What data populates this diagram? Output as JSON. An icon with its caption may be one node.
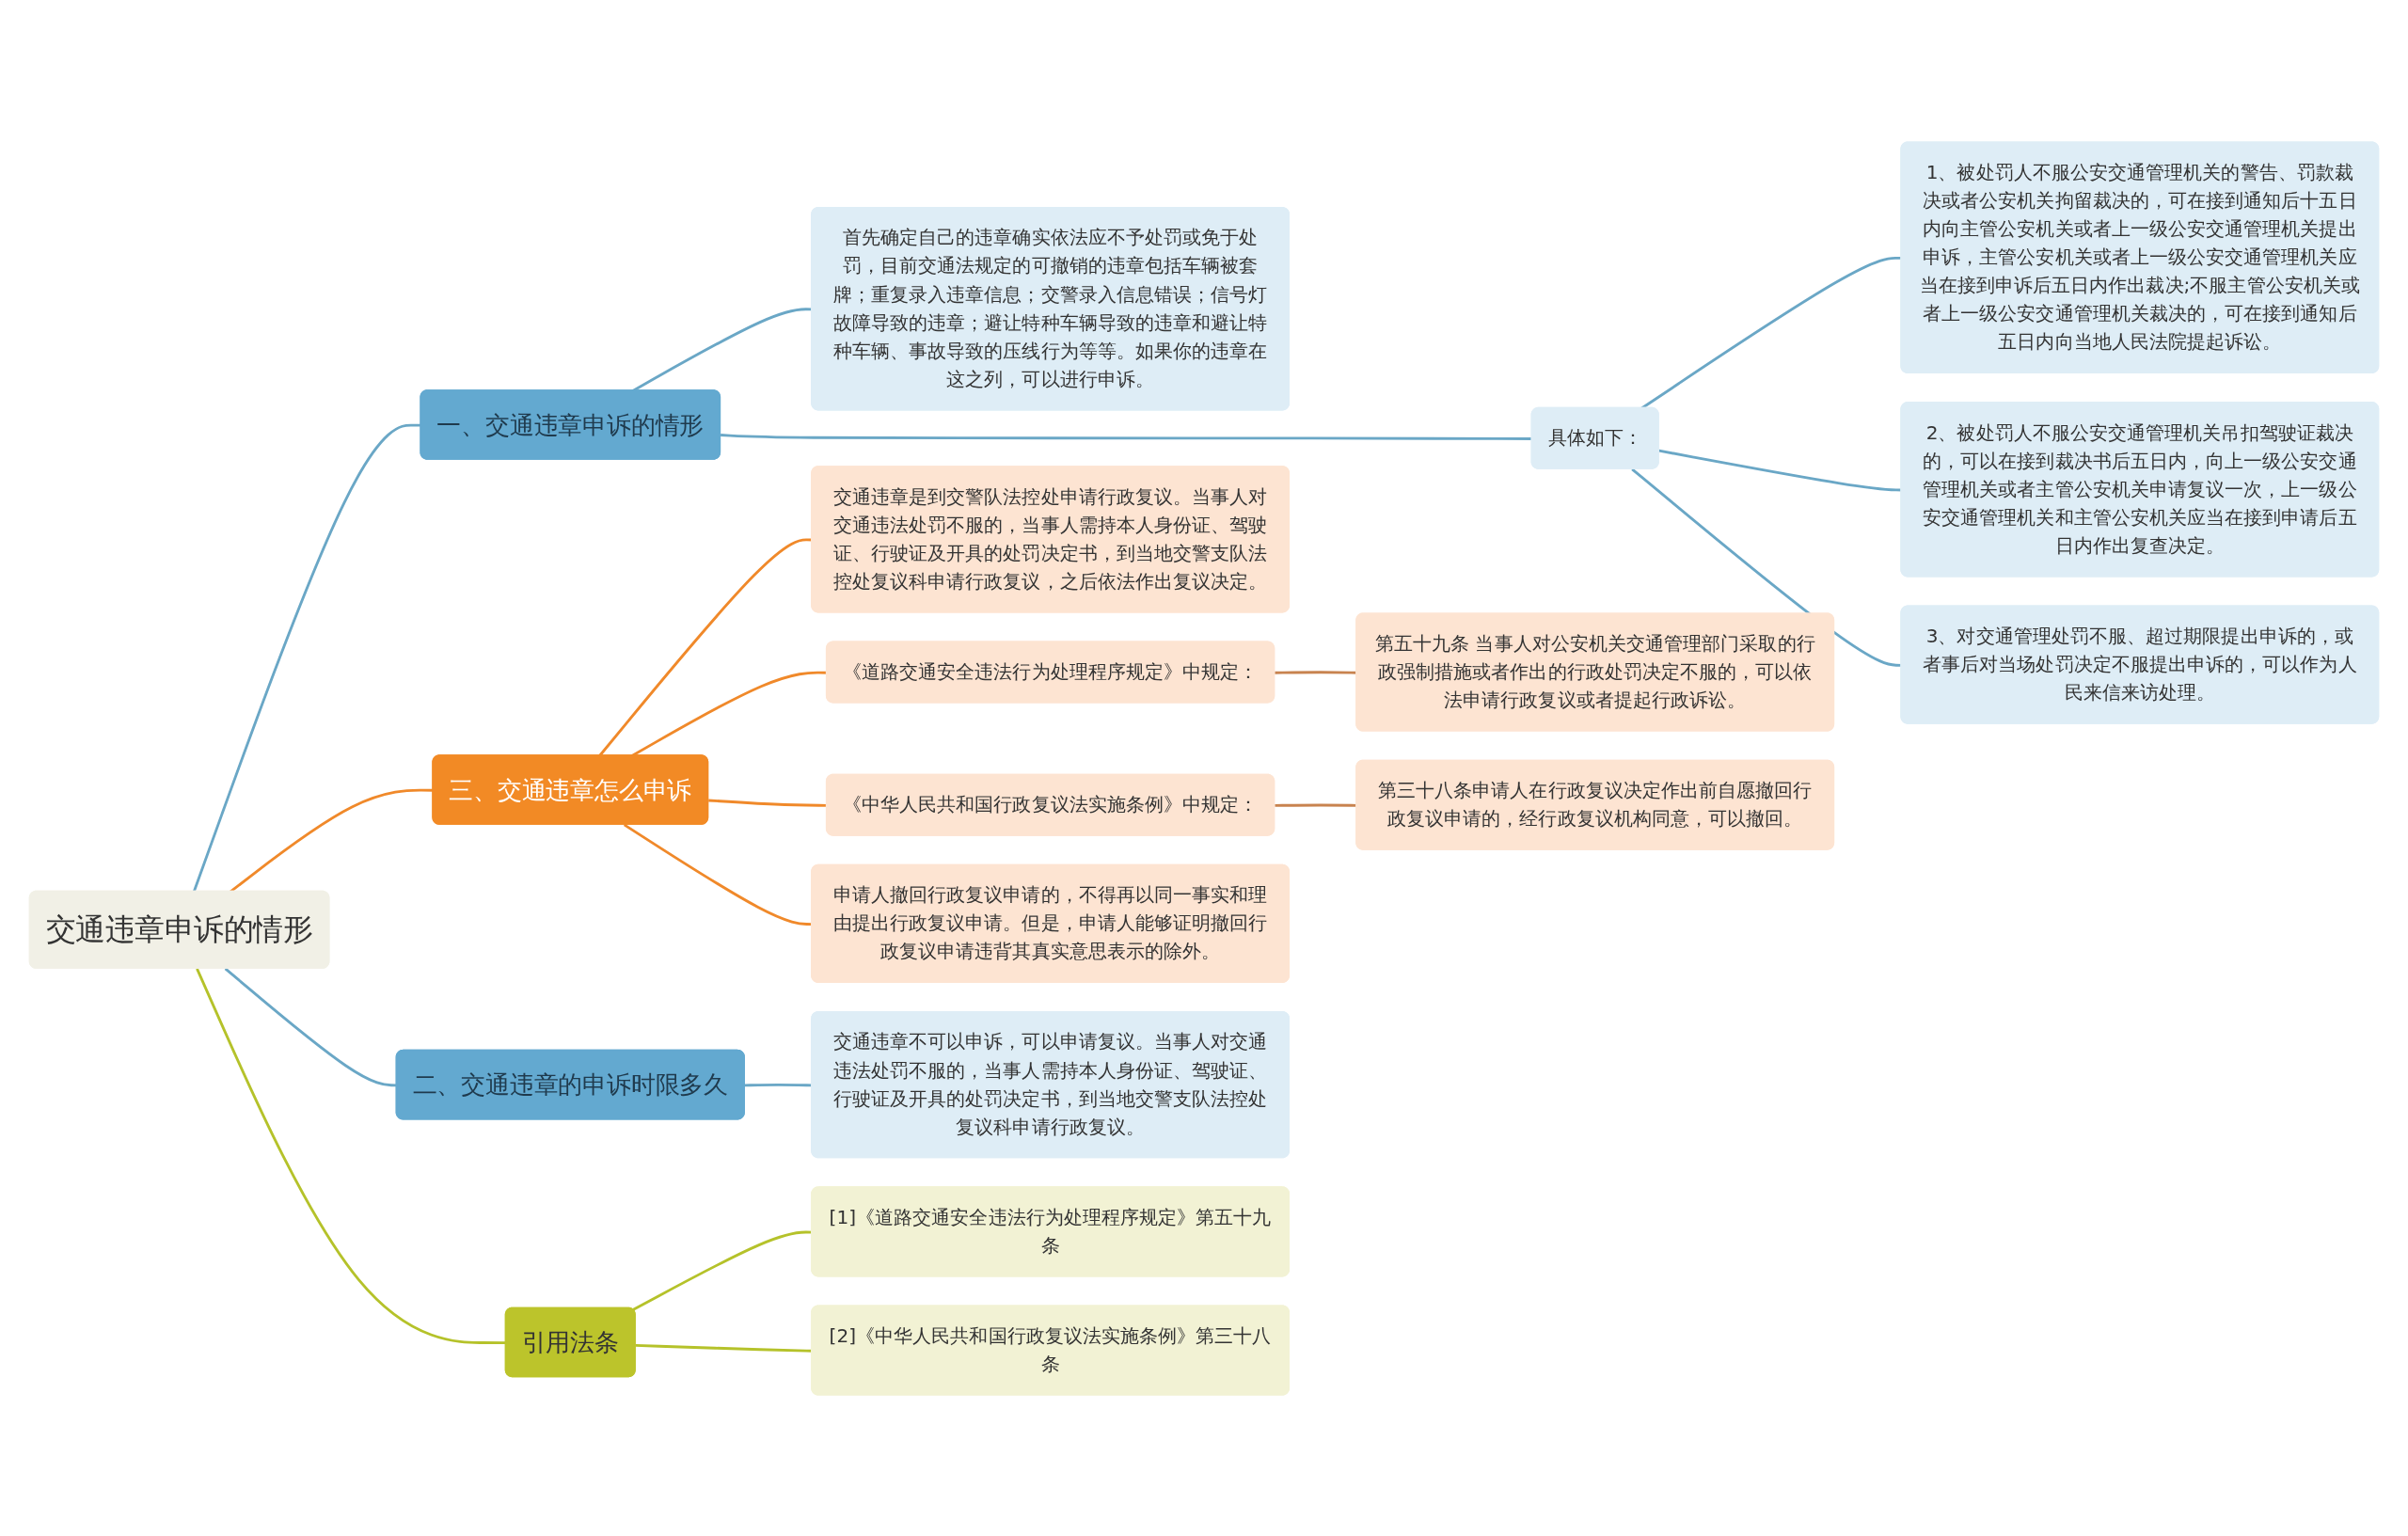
{
  "diagram": {
    "nodes": [
      {
        "text": [
          "交通违章申诉的情形"
        ]
      },
      {
        "text": [
          "一、交通违章申诉的情形"
        ]
      },
      {
        "text": [
          "首先确定自己的违章确实依法应不予处罚或免于处罚，目前交通法规定的可撤销的违章包括车辆被套牌；重复录入违章信息；交警录入信息错误；信号灯故障导致的违章；避让特种车辆导致的违章和避让特种车辆、事故导致的压线行为等等。如果你的违章在这之列，可以进行申诉。"
        ]
      },
      {
        "text": [
          "具体如下："
        ]
      },
      {
        "text": [
          "1、被处罚人不服公安交通管理机关的警告、罚款裁决或者公安机关拘留裁决的，可在接到通知后十五日内向主管公安机关或者上一级公安交通管理机关提出申诉，主管公安机关或者上一级公安交通管理机关应当在接到申诉后五日内作出裁决;不服主管公安机关或者上一级公安交通管理机关裁决的，可在接到通知后五日内向当地人民法院提起诉讼。"
        ]
      },
      {
        "text": [
          "2、被处罚人不服公安交通管理机关吊扣驾驶证裁决的，可以在接到裁决书后五日内，向上一级公安交通管理机关或者主管公安机关申请复议一次，上一级公安交通管理机关和主管公安机关应当在接到申请后五日内作出复查决定。"
        ]
      },
      {
        "text": [
          "3、对交通管理处罚不服、超过期限提出申诉的，或者事后对当场处罚决定不服提出申诉的，可以作为人民来信来访处理。"
        ]
      },
      {
        "text": [
          "三、交通违章怎么申诉"
        ]
      },
      {
        "text": [
          "交通违章是到交警队法控处申请行政复议。当事人对交通违法处罚不服的，当事人需持本人身份证、驾驶证、行驶证及开具的处罚决定书，到当地交警支队法控处复议科申请行政复议，之后依法作出复议决定。"
        ]
      },
      {
        "text": [
          "《道路交通安全违法行为处理程序规定》中规定："
        ]
      },
      {
        "text": [
          "第五十九条 当事人对公安机关交通管理部门采取的行政强制措施或者作出的行政处罚决定不服的，可以依法申请行政复议或者提起行政诉讼。"
        ]
      },
      {
        "text": [
          "《中华人民共和国行政复议法实施条例》中规定："
        ]
      },
      {
        "text": [
          "第三十八条申请人在行政复议决定作出前自愿撤回行政复议申请的，经行政复议机构同意，可以撤回。"
        ]
      },
      {
        "text": [
          "申请人撤回行政复议申请的，不得再以同一事实和理由提出行政复议申请。但是，申请人能够证明撤回行政复议申请违背其真实意思表示的除外。"
        ]
      },
      {
        "text": [
          "二、交通违章的申诉时限多久"
        ]
      },
      {
        "text": [
          "交通违章不可以申诉，可以申请复议。当事人对交通违法处罚不服的，当事人需持本人身份证、驾驶证、行驶证及开具的处罚决定书，到当地交警支队法控处复议科申请行政复议。"
        ]
      },
      {
        "text": [
          "引用法条"
        ]
      },
      {
        "text": [
          "[1]《道路交通安全违法行为处理程序规定》第五十九条"
        ]
      },
      {
        "text": [
          "[2]《中华人民共和国行政复议法实施条例》第三十八条"
        ]
      }
    ],
    "edges": [
      {
        "from": 0,
        "to": 1,
        "arrow": "none"
      },
      {
        "from": 1,
        "to": 2,
        "arrow": "none"
      },
      {
        "from": 1,
        "to": 3,
        "arrow": "none"
      },
      {
        "from": 3,
        "to": 4,
        "arrow": "none"
      },
      {
        "from": 3,
        "to": 5,
        "arrow": "none"
      },
      {
        "from": 3,
        "to": 6,
        "arrow": "none"
      },
      {
        "from": 0,
        "to": 7,
        "arrow": "none",
        "color": "#f0892a"
      },
      {
        "from": 7,
        "to": 8,
        "arrow": "none",
        "color": "#f0892a"
      },
      {
        "from": 7,
        "to": 9,
        "arrow": "none",
        "color": "#f0892a"
      },
      {
        "from": 9,
        "to": 10,
        "arrow": "none",
        "color": "#c8834f"
      },
      {
        "from": 7,
        "to": 11,
        "arrow": "none",
        "color": "#f0892a"
      },
      {
        "from": 11,
        "to": 12,
        "arrow": "none",
        "color": "#c8834f"
      },
      {
        "from": 7,
        "to": 13,
        "arrow": "none",
        "color": "#f0892a"
      },
      {
        "from": 0,
        "to": 14,
        "arrow": "none"
      },
      {
        "from": 14,
        "to": 15,
        "arrow": "none"
      },
      {
        "from": 0,
        "to": 16,
        "arrow": "none",
        "color": "#b5c22a"
      },
      {
        "from": 16,
        "to": 17,
        "arrow": "none",
        "color": "#b5c22a"
      },
      {
        "from": 16,
        "to": 18,
        "arrow": "none",
        "color": "#b5c22a"
      }
    ]
  }
}
